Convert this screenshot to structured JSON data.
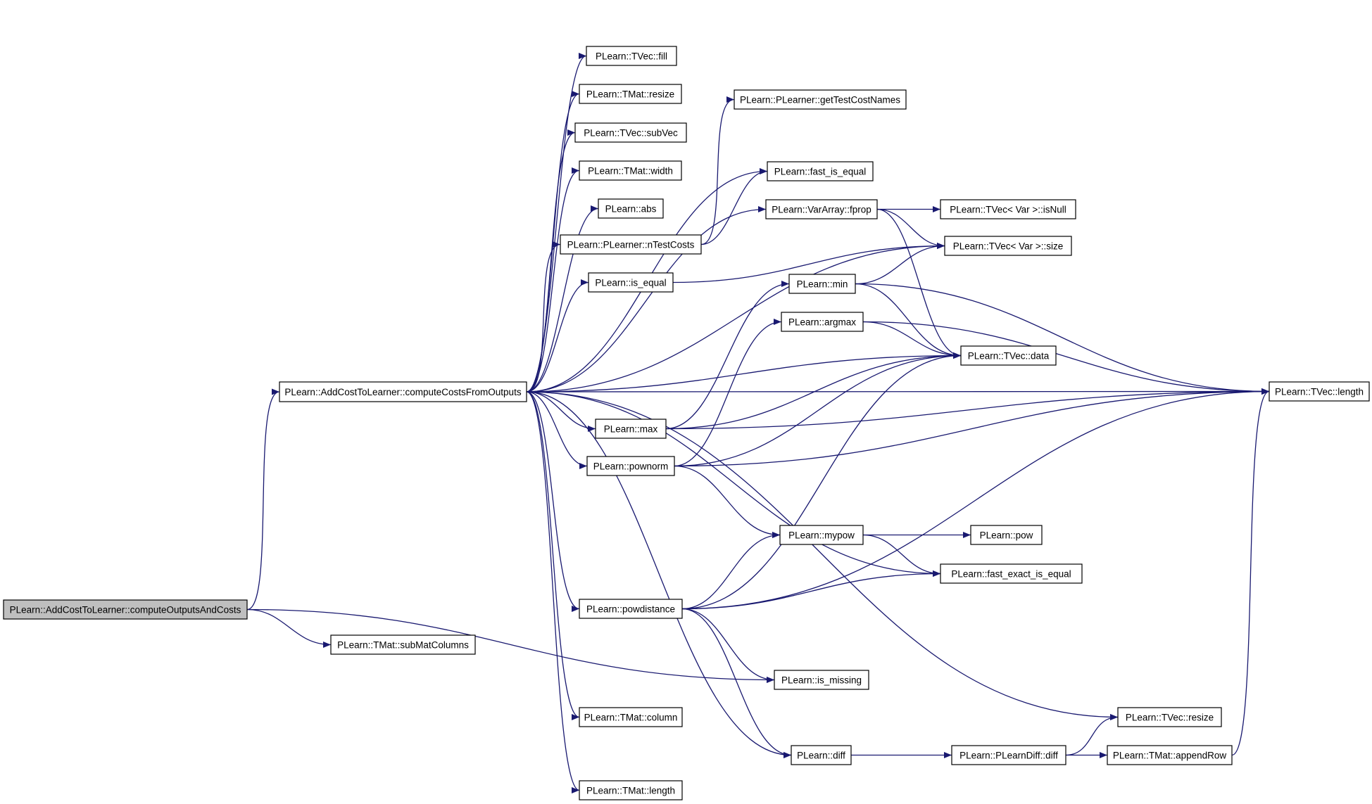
{
  "graph": {
    "nodes": [
      {
        "id": "root",
        "label": "PLearn::AddCostToLearner::computeOutputsAndCosts",
        "root": true
      },
      {
        "id": "ccfo",
        "label": "PLearn::AddCostToLearner::computeCostsFromOutputs"
      },
      {
        "id": "submat",
        "label": "PLearn::TMat::subMatColumns"
      },
      {
        "id": "fill",
        "label": "PLearn::TVec::fill"
      },
      {
        "id": "tmresize",
        "label": "PLearn::TMat::resize"
      },
      {
        "id": "subvec",
        "label": "PLearn::TVec::subVec"
      },
      {
        "id": "width",
        "label": "PLearn::TMat::width"
      },
      {
        "id": "abs",
        "label": "PLearn::abs"
      },
      {
        "id": "ntc",
        "label": "PLearn::PLearner::nTestCosts"
      },
      {
        "id": "iseq",
        "label": "PLearn::is_equal"
      },
      {
        "id": "max",
        "label": "PLearn::max"
      },
      {
        "id": "pownorm",
        "label": "PLearn::pownorm"
      },
      {
        "id": "powdist",
        "label": "PLearn::powdistance"
      },
      {
        "id": "column",
        "label": "PLearn::TMat::column"
      },
      {
        "id": "tmlength",
        "label": "PLearn::TMat::length"
      },
      {
        "id": "gtcn",
        "label": "PLearn::PLearner::getTestCostNames"
      },
      {
        "id": "fie",
        "label": "PLearn::fast_is_equal"
      },
      {
        "id": "fprop",
        "label": "PLearn::VarArray::fprop"
      },
      {
        "id": "min",
        "label": "PLearn::min"
      },
      {
        "id": "argmax",
        "label": "PLearn::argmax"
      },
      {
        "id": "mypow",
        "label": "PLearn::mypow"
      },
      {
        "id": "ismissing",
        "label": "PLearn::is_missing"
      },
      {
        "id": "diff",
        "label": "PLearn::diff"
      },
      {
        "id": "isnull",
        "label": "PLearn::TVec< Var >::isNull"
      },
      {
        "id": "vsize",
        "label": "PLearn::TVec< Var >::size"
      },
      {
        "id": "data",
        "label": "PLearn::TVec::data"
      },
      {
        "id": "pow",
        "label": "PLearn::pow"
      },
      {
        "id": "feie",
        "label": "PLearn::fast_exact_is_equal"
      },
      {
        "id": "tvresize",
        "label": "PLearn::TVec::resize"
      },
      {
        "id": "pldiff",
        "label": "PLearn::PLearnDiff::diff"
      },
      {
        "id": "appendrow",
        "label": "PLearn::TMat::appendRow"
      },
      {
        "id": "tvlength",
        "label": "PLearn::TVec::length"
      }
    ],
    "edges": [
      [
        "root",
        "ccfo"
      ],
      [
        "root",
        "submat"
      ],
      [
        "root",
        "ismissing"
      ],
      [
        "ccfo",
        "tvlength"
      ],
      [
        "ccfo",
        "fill"
      ],
      [
        "ccfo",
        "tmresize"
      ],
      [
        "ccfo",
        "subvec"
      ],
      [
        "ccfo",
        "width"
      ],
      [
        "ccfo",
        "abs"
      ],
      [
        "ccfo",
        "ntc"
      ],
      [
        "ccfo",
        "iseq"
      ],
      [
        "ccfo",
        "fie"
      ],
      [
        "ccfo",
        "fprop"
      ],
      [
        "ccfo",
        "vsize"
      ],
      [
        "ccfo",
        "data"
      ],
      [
        "ccfo",
        "max"
      ],
      [
        "ccfo",
        "pownorm"
      ],
      [
        "ccfo",
        "powdist"
      ],
      [
        "ccfo",
        "feie"
      ],
      [
        "ccfo",
        "column"
      ],
      [
        "ccfo",
        "tmlength"
      ],
      [
        "ccfo",
        "tvresize"
      ],
      [
        "ccfo",
        "diff"
      ],
      [
        "ntc",
        "gtcn"
      ],
      [
        "ntc",
        "fie"
      ],
      [
        "iseq",
        "vsize"
      ],
      [
        "fprop",
        "isnull"
      ],
      [
        "fprop",
        "vsize"
      ],
      [
        "fprop",
        "data"
      ],
      [
        "min",
        "vsize"
      ],
      [
        "min",
        "data"
      ],
      [
        "min",
        "tvlength"
      ],
      [
        "argmax",
        "data"
      ],
      [
        "argmax",
        "tvlength"
      ],
      [
        "max",
        "min"
      ],
      [
        "max",
        "data"
      ],
      [
        "max",
        "tvlength"
      ],
      [
        "pownorm",
        "data"
      ],
      [
        "pownorm",
        "tvlength"
      ],
      [
        "pownorm",
        "mypow"
      ],
      [
        "pownorm",
        "argmax"
      ],
      [
        "mypow",
        "pow"
      ],
      [
        "mypow",
        "feie"
      ],
      [
        "powdist",
        "data"
      ],
      [
        "powdist",
        "mypow"
      ],
      [
        "powdist",
        "feie"
      ],
      [
        "powdist",
        "tvlength"
      ],
      [
        "powdist",
        "ismissing"
      ],
      [
        "powdist",
        "diff"
      ],
      [
        "diff",
        "pldiff"
      ],
      [
        "pldiff",
        "tvresize"
      ],
      [
        "pldiff",
        "appendrow"
      ],
      [
        "appendrow",
        "tvlength"
      ],
      [
        "tmlength",
        "tmlength"
      ]
    ]
  }
}
